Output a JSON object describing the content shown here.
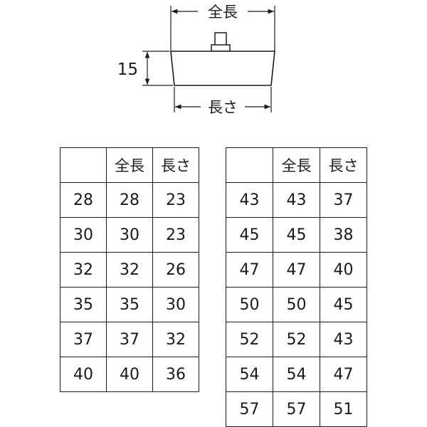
{
  "drawing": {
    "label_total_length": "全長",
    "label_length": "長さ",
    "label_height": "15"
  },
  "tables": [
    {
      "headers": [
        "",
        "全長",
        "長さ"
      ],
      "rows": [
        [
          "28",
          "28",
          "23"
        ],
        [
          "30",
          "30",
          "23"
        ],
        [
          "32",
          "32",
          "26"
        ],
        [
          "35",
          "35",
          "30"
        ],
        [
          "37",
          "37",
          "32"
        ],
        [
          "40",
          "40",
          "36"
        ]
      ]
    },
    {
      "headers": [
        "",
        "全長",
        "長さ"
      ],
      "rows": [
        [
          "43",
          "43",
          "37"
        ],
        [
          "45",
          "45",
          "38"
        ],
        [
          "47",
          "47",
          "40"
        ],
        [
          "50",
          "50",
          "45"
        ],
        [
          "52",
          "52",
          "43"
        ],
        [
          "54",
          "54",
          "47"
        ],
        [
          "57",
          "57",
          "51"
        ]
      ]
    }
  ]
}
